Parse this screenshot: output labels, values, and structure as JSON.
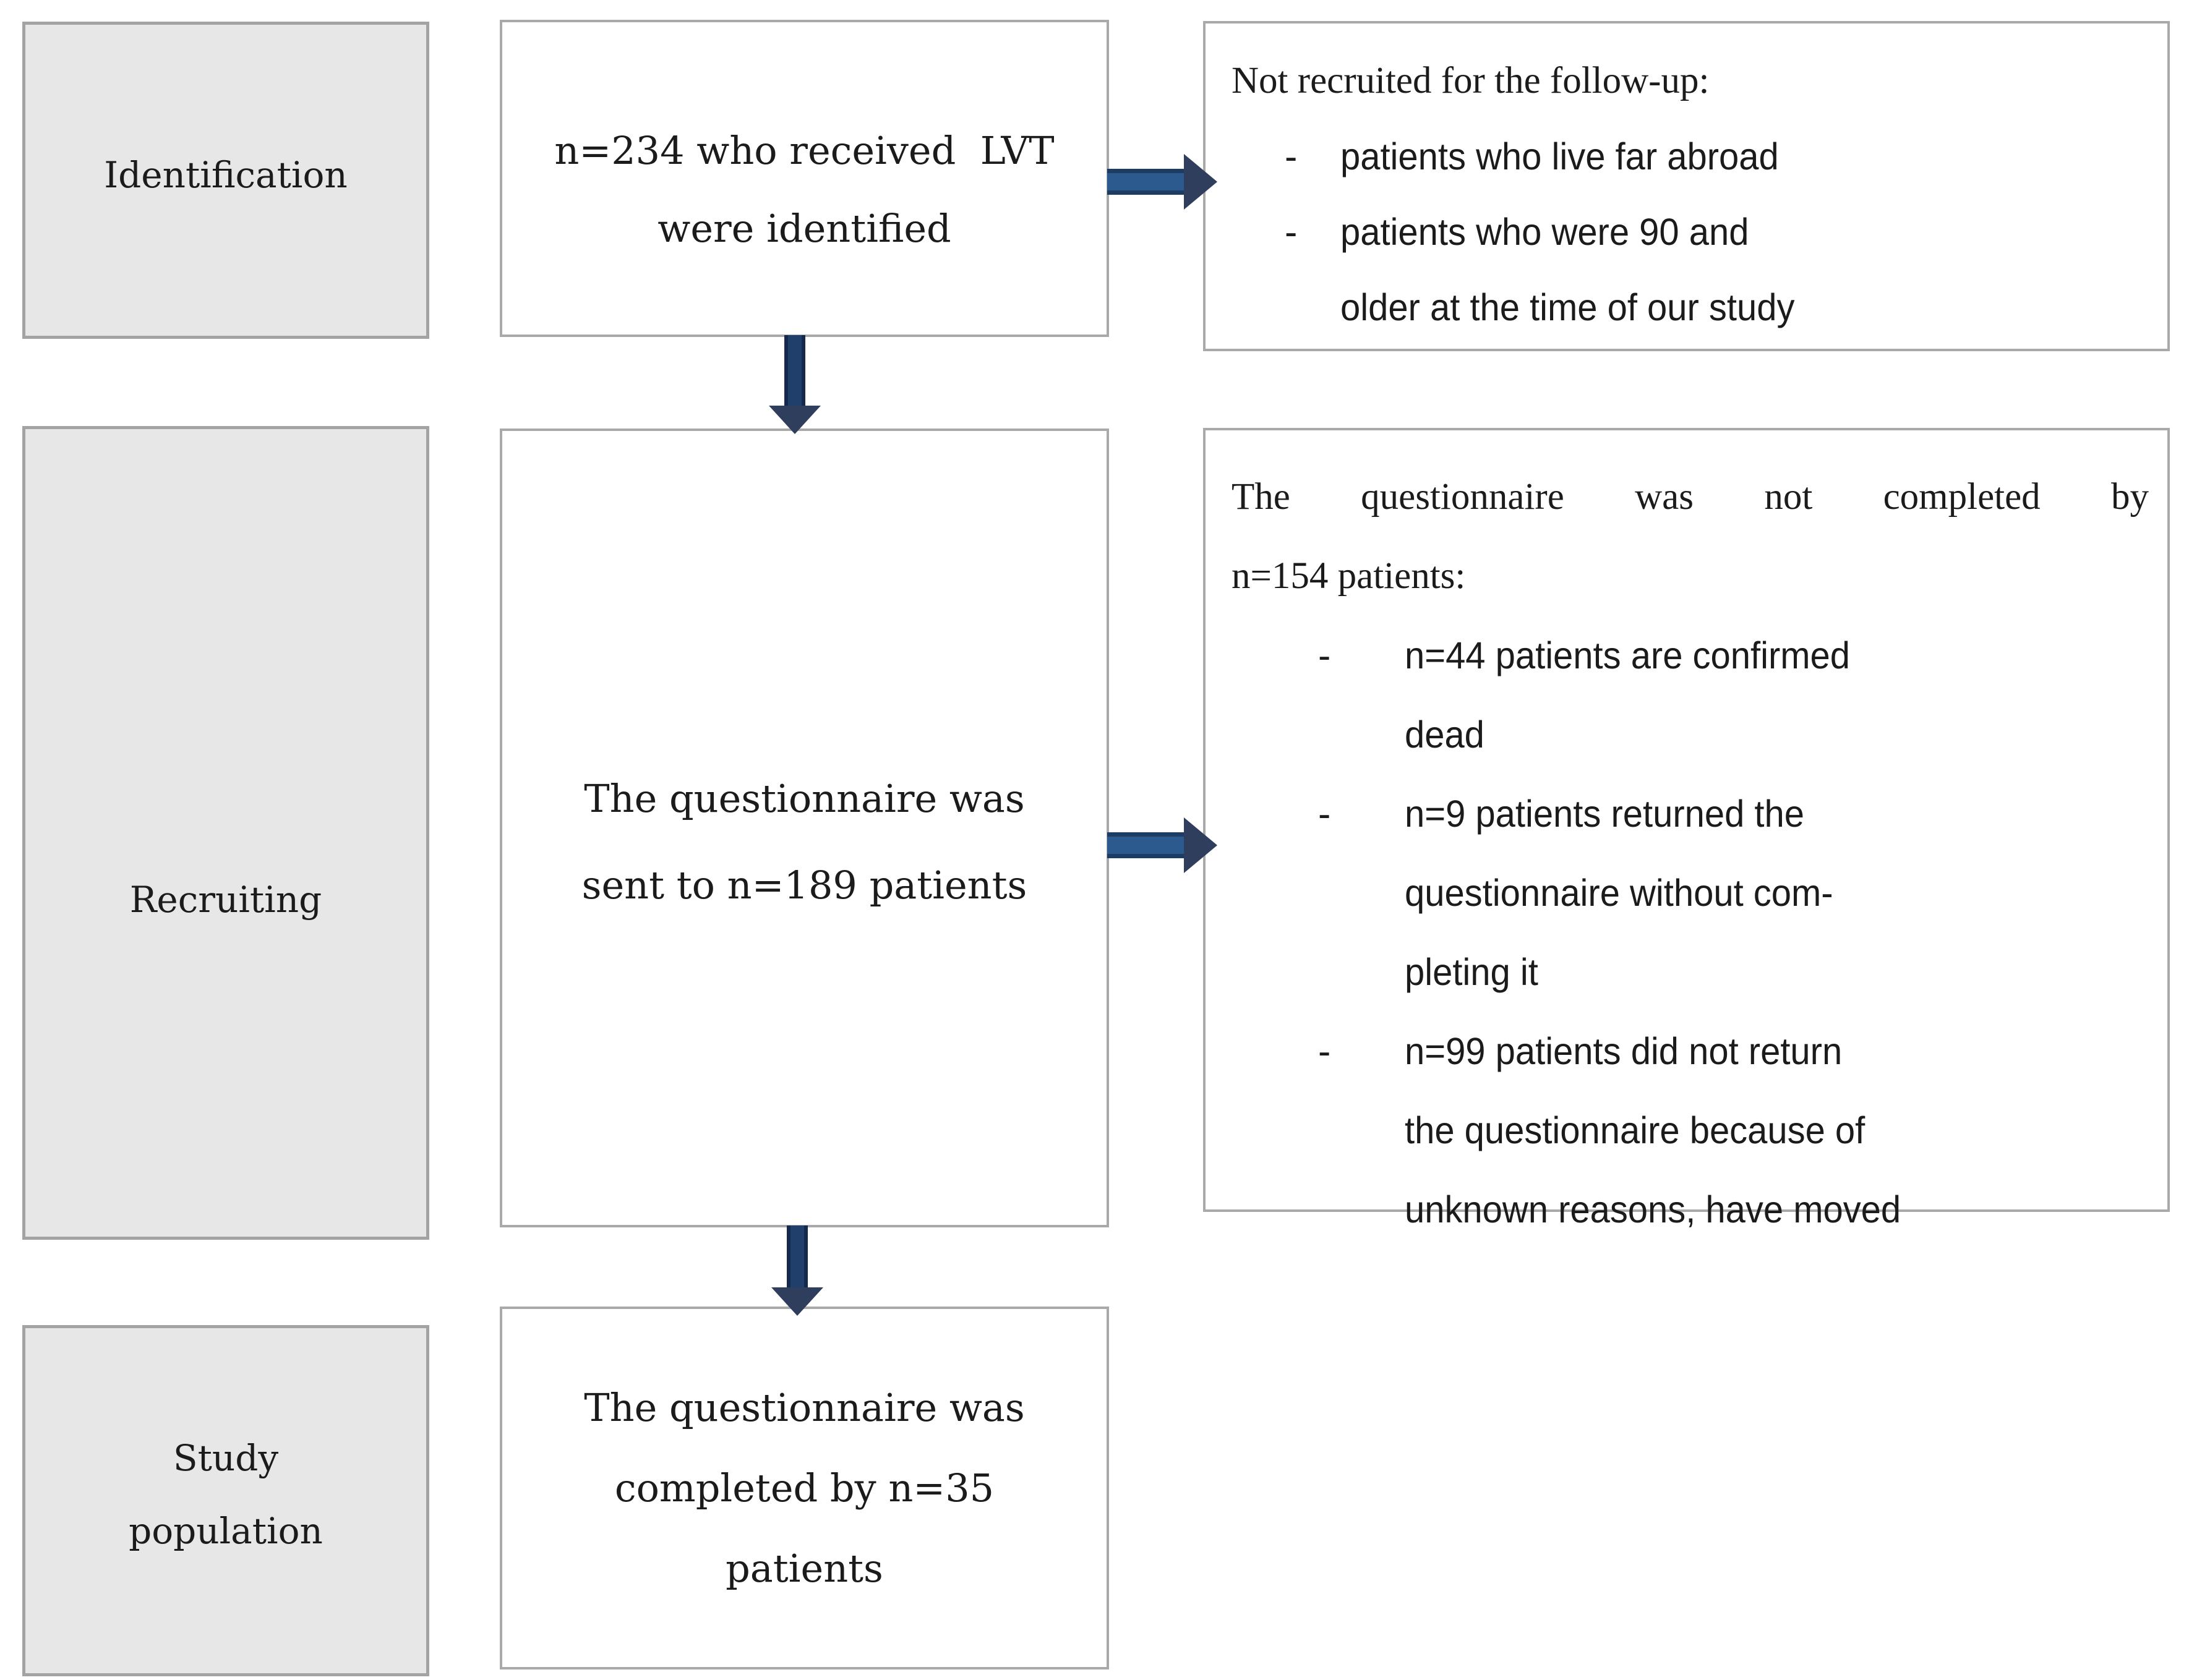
{
  "figure": {
    "type": "study-flow-diagram",
    "marker": "-",
    "labels": {
      "identification": "Identification",
      "recruiting": "Recruiting",
      "study_population": [
        "Study",
        "population"
      ]
    },
    "flow": {
      "identified": [
        "n=234 who received  LVT",
        "were identified"
      ],
      "sent": [
        "The questionnaire was",
        "sent to n=189 patients"
      ],
      "completed": [
        "The questionnaire was",
        "completed by n=35",
        "patients"
      ]
    },
    "exclusions": {
      "not_recruited": {
        "header": "Not recruited for the follow-up:",
        "bullets": [
          [
            "patients who live far abroad"
          ],
          [
            "patients who were 90 and",
            "older at the time of our study"
          ]
        ]
      },
      "not_completed": {
        "header_line1": "The questionnaire was not completed by",
        "header_line2": "n=154 patients:",
        "bullets": [
          [
            "n=44 patients are confirmed",
            "dead"
          ],
          [
            "n=9 patients returned the",
            "questionnaire without com-",
            "pleting it"
          ],
          [
            "n=99 patients did not return",
            "the questionnaire because of",
            "unknown reasons, have moved"
          ]
        ]
      }
    },
    "colors": {
      "arrow_shaft_blue": "#2d5a8e",
      "arrow_head_navy": "#2f3e5c",
      "box_border_gray": "#a9a9a9",
      "stage_fill_gray": "#e8e7e7"
    }
  }
}
